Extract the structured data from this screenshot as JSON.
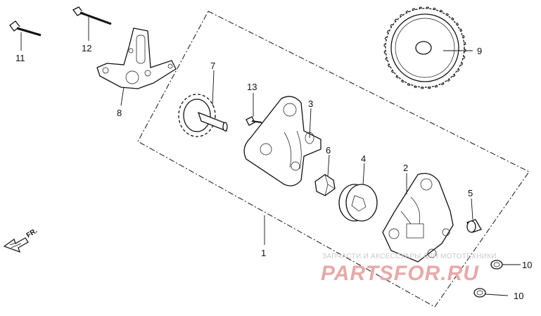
{
  "callouts": {
    "c1": "1",
    "c2": "2",
    "c3": "3",
    "c4": "4",
    "c5": "5",
    "c6": "6",
    "c7": "7",
    "c8": "8",
    "c9": "9",
    "c10a": "10",
    "c10b": "10",
    "c11": "11",
    "c12": "12",
    "c13": "13"
  },
  "front_marker": "FR.",
  "watermark": {
    "caption": "ЗАПЧАСТИ И АКСЕССУАРЫ ДЛЯ МОТОТЕХНИКИ",
    "brand": "PARTSFOR.RU"
  },
  "colors": {
    "line": "#111111",
    "watermark_text": "#c9c9c9",
    "watermark_brand": "#e8a9a9"
  }
}
